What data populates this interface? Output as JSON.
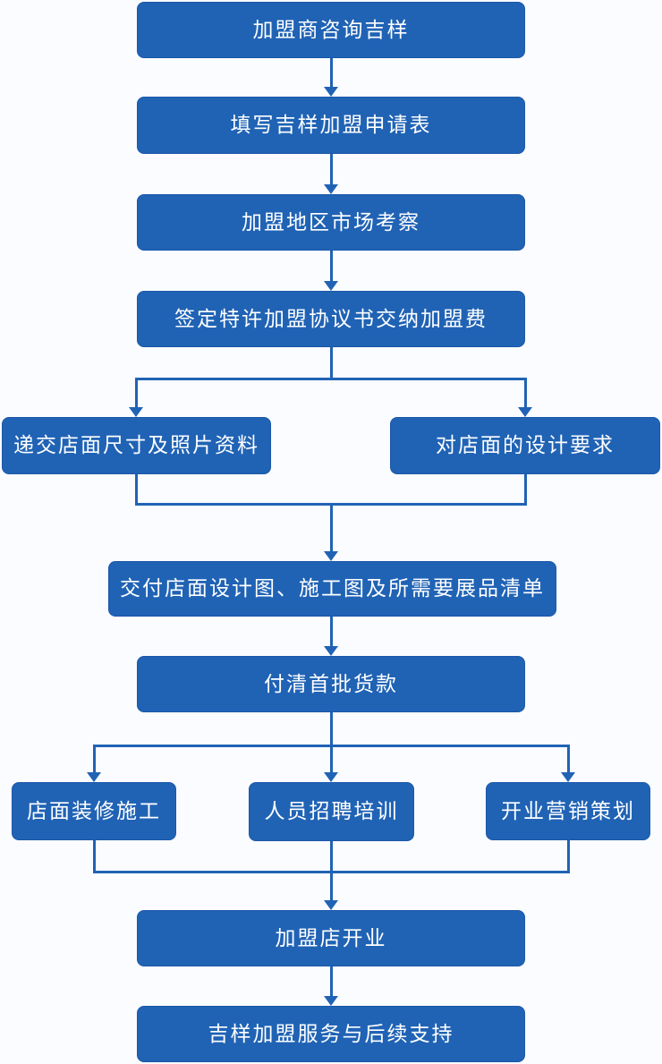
{
  "colors": {
    "node_fill": "#2063b5",
    "node_border": "#1b57a8",
    "connector": "#2063b5",
    "node_text": "#ffffff",
    "background": "#fbfcff"
  },
  "flowchart": {
    "type": "flowchart",
    "direction": "top-down",
    "nodes": [
      {
        "id": "n0",
        "label": "加盟商咨询吉样"
      },
      {
        "id": "n1",
        "label": "填写吉样加盟申请表"
      },
      {
        "id": "n2",
        "label": "加盟地区市场考察"
      },
      {
        "id": "n3",
        "label": "签定特许加盟协议书交纳加盟费"
      },
      {
        "id": "n4",
        "label": "递交店面尺寸及照片资料"
      },
      {
        "id": "n5",
        "label": "对店面的设计要求"
      },
      {
        "id": "n6",
        "label": "交付店面设计图、施工图及所需要展品清单"
      },
      {
        "id": "n7",
        "label": "付清首批货款"
      },
      {
        "id": "n8",
        "label": "店面装修施工"
      },
      {
        "id": "n9",
        "label": "人员招聘培训"
      },
      {
        "id": "n10",
        "label": "开业营销策划"
      },
      {
        "id": "n11",
        "label": "加盟店开业"
      },
      {
        "id": "n12",
        "label": "吉样加盟服务与后续支持"
      }
    ],
    "edges": [
      [
        0,
        1
      ],
      [
        1,
        2
      ],
      [
        2,
        3
      ],
      [
        3,
        4
      ],
      [
        3,
        5
      ],
      [
        4,
        6
      ],
      [
        5,
        6
      ],
      [
        6,
        7
      ],
      [
        7,
        8
      ],
      [
        7,
        9
      ],
      [
        7,
        10
      ],
      [
        8,
        11
      ],
      [
        9,
        11
      ],
      [
        10,
        11
      ],
      [
        11,
        12
      ]
    ]
  }
}
